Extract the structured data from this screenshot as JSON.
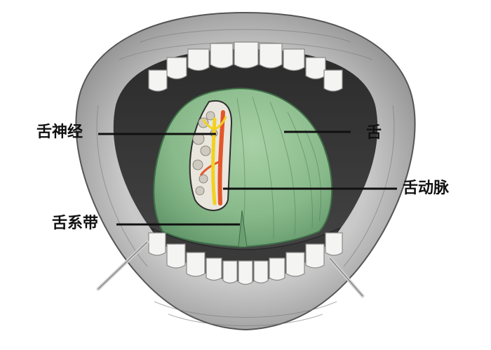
{
  "labels": {
    "nerve": "舌神经",
    "tongue": "舌",
    "artery": "舌动脉",
    "frenulum": "舌系带"
  },
  "colors": {
    "tongue": "#8fbf8f",
    "lip": "#a9a9a9",
    "mouth_interior": "#3a3a3a",
    "teeth": "#f4f4f2",
    "nerve": "#f2d21e",
    "artery": "#e2562a",
    "leader_line": "#111111"
  }
}
